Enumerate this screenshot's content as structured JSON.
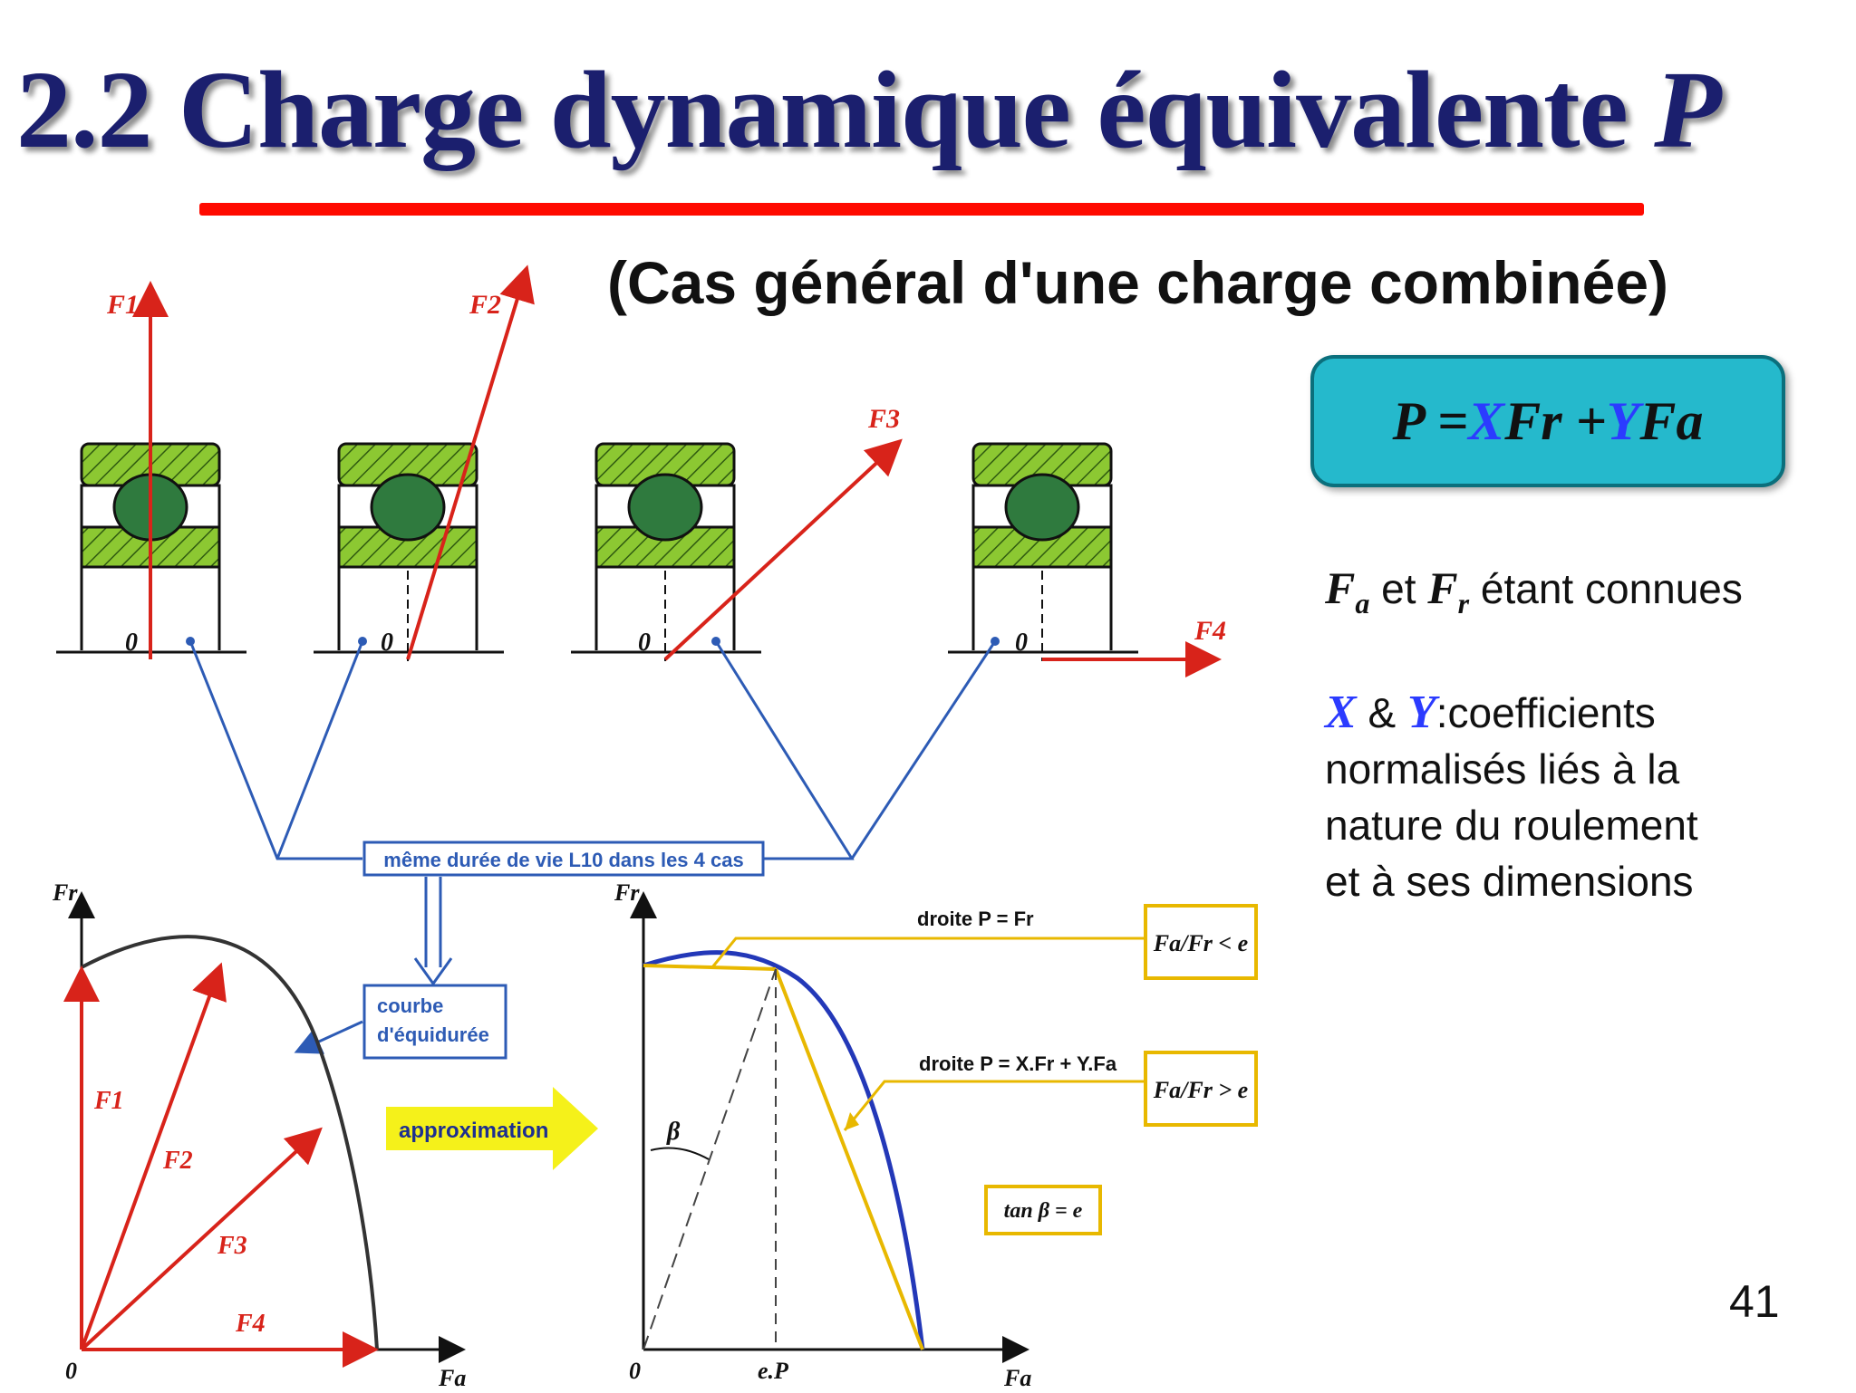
{
  "header": {
    "title": "2.2 Charge dynamique équivalente",
    "title_symbol": "P",
    "subtitle": "(Cas général d'une charge combinée)"
  },
  "formula": {
    "lhs": "P = ",
    "x": "X",
    "fr": "Fr + ",
    "y": "Y",
    "fa": "Fa"
  },
  "notes": {
    "known_fa": "F",
    "known_fa_sub": "a",
    "known_and": " et ",
    "known_fr": "F",
    "known_fr_sub": "r",
    "known_text": " étant connues",
    "coef_x": "X",
    "coef_amp": " & ",
    "coef_y": "Y",
    "coef_line1": ":coefficients",
    "coef_line2": "normalisés liés à la",
    "coef_line3": "nature du roulement",
    "coef_line4": "et à ses dimensions"
  },
  "diagram": {
    "force_labels": [
      "F1",
      "F2",
      "F3",
      "F4"
    ],
    "origin_label": "0",
    "same_life_label": "même durée de vie L10 dans les 4 cas",
    "curve_label_1": "courbe",
    "curve_label_2": "d'équidurée",
    "approximation_label": "approximation",
    "axis_fr": "Fr",
    "axis_fa": "Fa",
    "beta_label": "β",
    "eP_label": "e.P",
    "line1_label": "droite  P = Fr",
    "line2_label": "droite  P = X.Fr + Y.Fa",
    "ratio_less": "Fa/Fr < e",
    "ratio_greater": "Fa/Fr > e",
    "tan_label": "tan β = e"
  },
  "page_number": "41",
  "colors": {
    "title": "#1b1f6e",
    "underline": "#ff0a00",
    "formula_box": "#25b9cc",
    "accent_blue": "#2b3bff",
    "force_red": "#d8231a",
    "bearing_green": "#7cc02a",
    "ball_green": "#2f7a3e",
    "leader_blue": "#2d5bb5",
    "curve_blue": "#2338b8",
    "approx_yellow": "#e8b800"
  }
}
